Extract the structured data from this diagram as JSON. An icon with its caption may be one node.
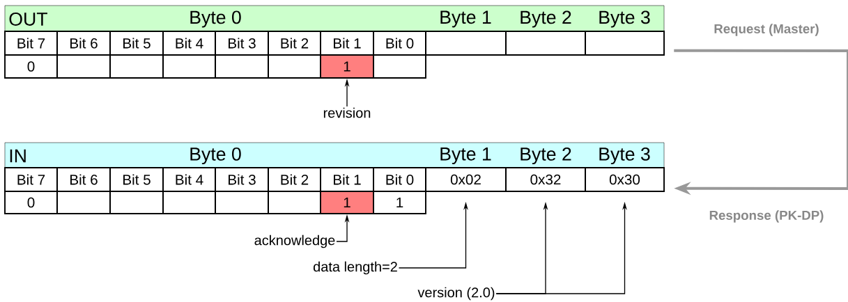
{
  "diagram": {
    "nodes": [
      {
        "text": [],
        "shape": "box"
      },
      {
        "text": [
          "1"
        ],
        "in": 0
      },
      {
        "text": [
          "revision"
        ]
      },
      {
        "text": [],
        "shape": "box"
      },
      {
        "text": [
          "1"
        ],
        "in": 3
      },
      {
        "text": [
          "0x02"
        ],
        "in": 3
      },
      {
        "text": [
          "0x32"
        ],
        "in": 3
      },
      {
        "text": [
          "0x30"
        ],
        "in": 3
      },
      {
        "text": [
          "acknowledge"
        ]
      },
      {
        "text": [
          "data length=2"
        ]
      },
      {
        "text": [
          "version (2.0)"
        ]
      }
    ],
    "edges": [
      {
        "from": 2,
        "to": 1,
        "arrow": "to"
      },
      {
        "from": 0,
        "to": 3,
        "arrow": "to",
        "style": "thick",
        "color": "#999999"
      },
      {
        "from": 8,
        "to": 4,
        "arrow": "to"
      },
      {
        "from": 9,
        "to": 5,
        "arrow": "to"
      },
      {
        "from": 10,
        "to": 6,
        "arrow": "to"
      },
      {
        "from": 10,
        "to": 7,
        "arrow": "to"
      }
    ],
    "labels": [
      "OUT",
      "Byte 0",
      "Byte 1",
      "Byte 2",
      "Byte 3",
      "Request (Master)",
      "Bit 7",
      "Bit 6",
      "Bit 5",
      "Bit 4",
      "Bit 3",
      "Bit 2",
      "Bit 1",
      "Bit 0",
      "0",
      "IN",
      "Byte 0",
      "Byte 1",
      "Byte 2",
      "Byte 3",
      "Bit 7",
      "Bit 6",
      "Bit 5",
      "Bit 4",
      "Bit 3",
      "Bit 2",
      "Bit 1",
      "Bit 0",
      "0",
      "1",
      "Response (PK-DP)"
    ]
  }
}
